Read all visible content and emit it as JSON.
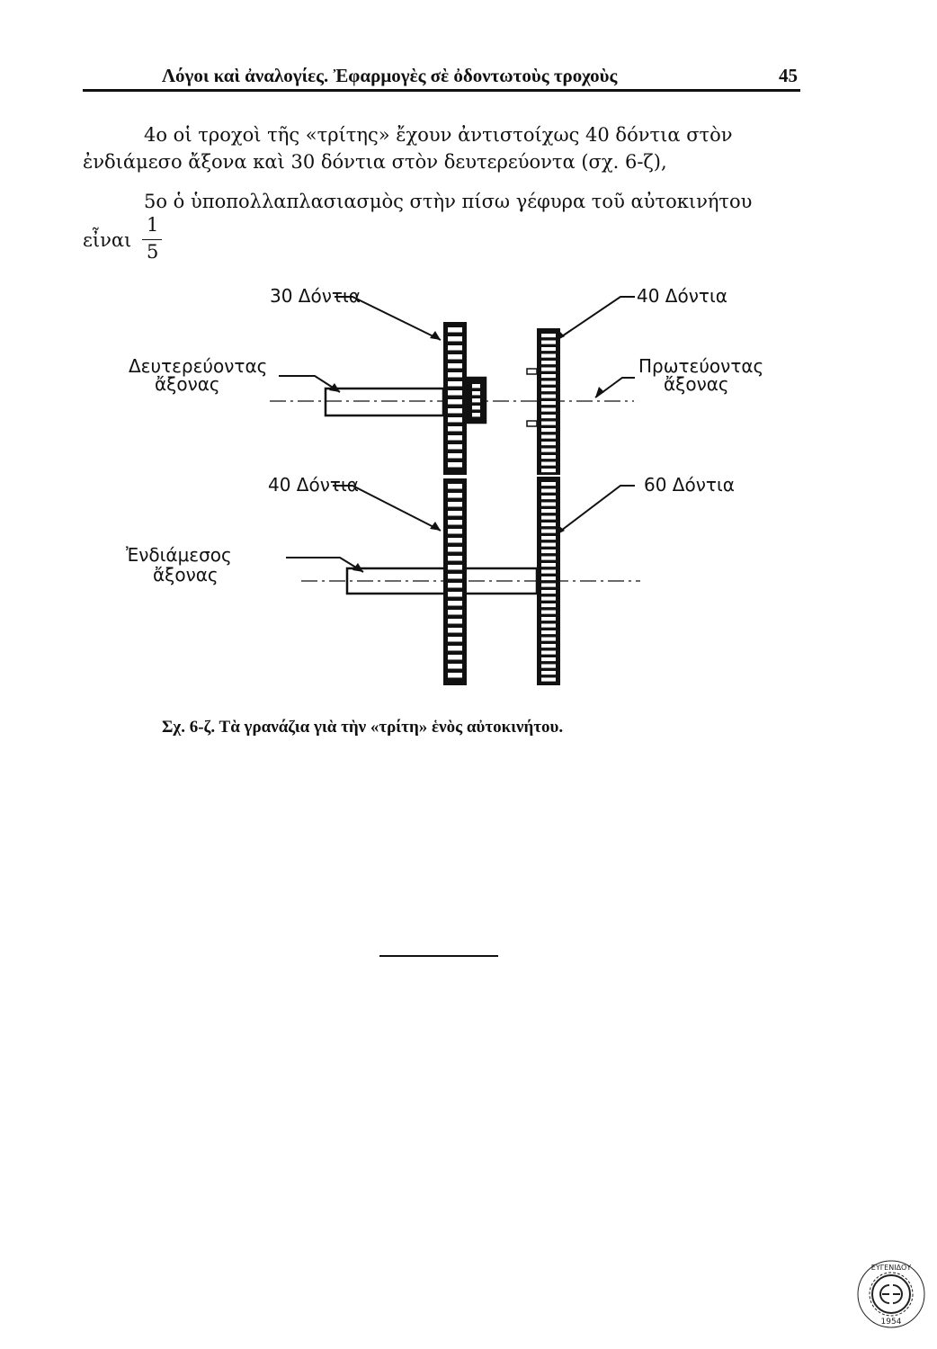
{
  "header": {
    "running_title": "Λόγοι καὶ ἀναλογίες. Ἐφαρμογὲς σὲ ὀδοντωτοὺς τροχοὺς",
    "page_number": "45"
  },
  "body": {
    "para4_line1": "4ο οἱ τροχοὶ τῆς «τρίτης» ἔχουν ἀντιστοίχως 40 δόντια στὸν",
    "para4_line2": "ἐνδιάμεσο ἄξονα καὶ 30 δόντια στὸν δευτερεύοντα (σχ. 6-ζ),",
    "para5_line1": "5ο ὁ ὑποπολλαπλασιασμὸς στὴν πίσω γέφυρα τοῦ αὐτοκινήτου",
    "para5_lead": "εἶναι",
    "fraction_numerator": "1",
    "fraction_denominator": "5"
  },
  "figure": {
    "label_top_left": "30 Δόντια",
    "label_top_right": "40 Δόντια",
    "label_secondary_shaft_1": "Δευτερεύοντας",
    "label_secondary_shaft_2": "ἄξονας",
    "label_primary_shaft_1": "Πρωτεύοντας",
    "label_primary_shaft_2": "ἄξονας",
    "label_bottom_left": "40 Δόντια",
    "label_bottom_right": "60 Δόντια",
    "label_intermediate_shaft_1": "Ἐνδιάμεσος",
    "label_intermediate_shaft_2": "ἄξονας",
    "caption": "Σχ. 6-ζ. Τὰ γρανάζια γιὰ τὴν «τρίτη» ἑνὸς αὐτοκινήτου."
  },
  "stamp": {
    "text": "ΙΔΡΥΜΑ ΕΥΓΕΝΙΔΟΥ 1954"
  }
}
